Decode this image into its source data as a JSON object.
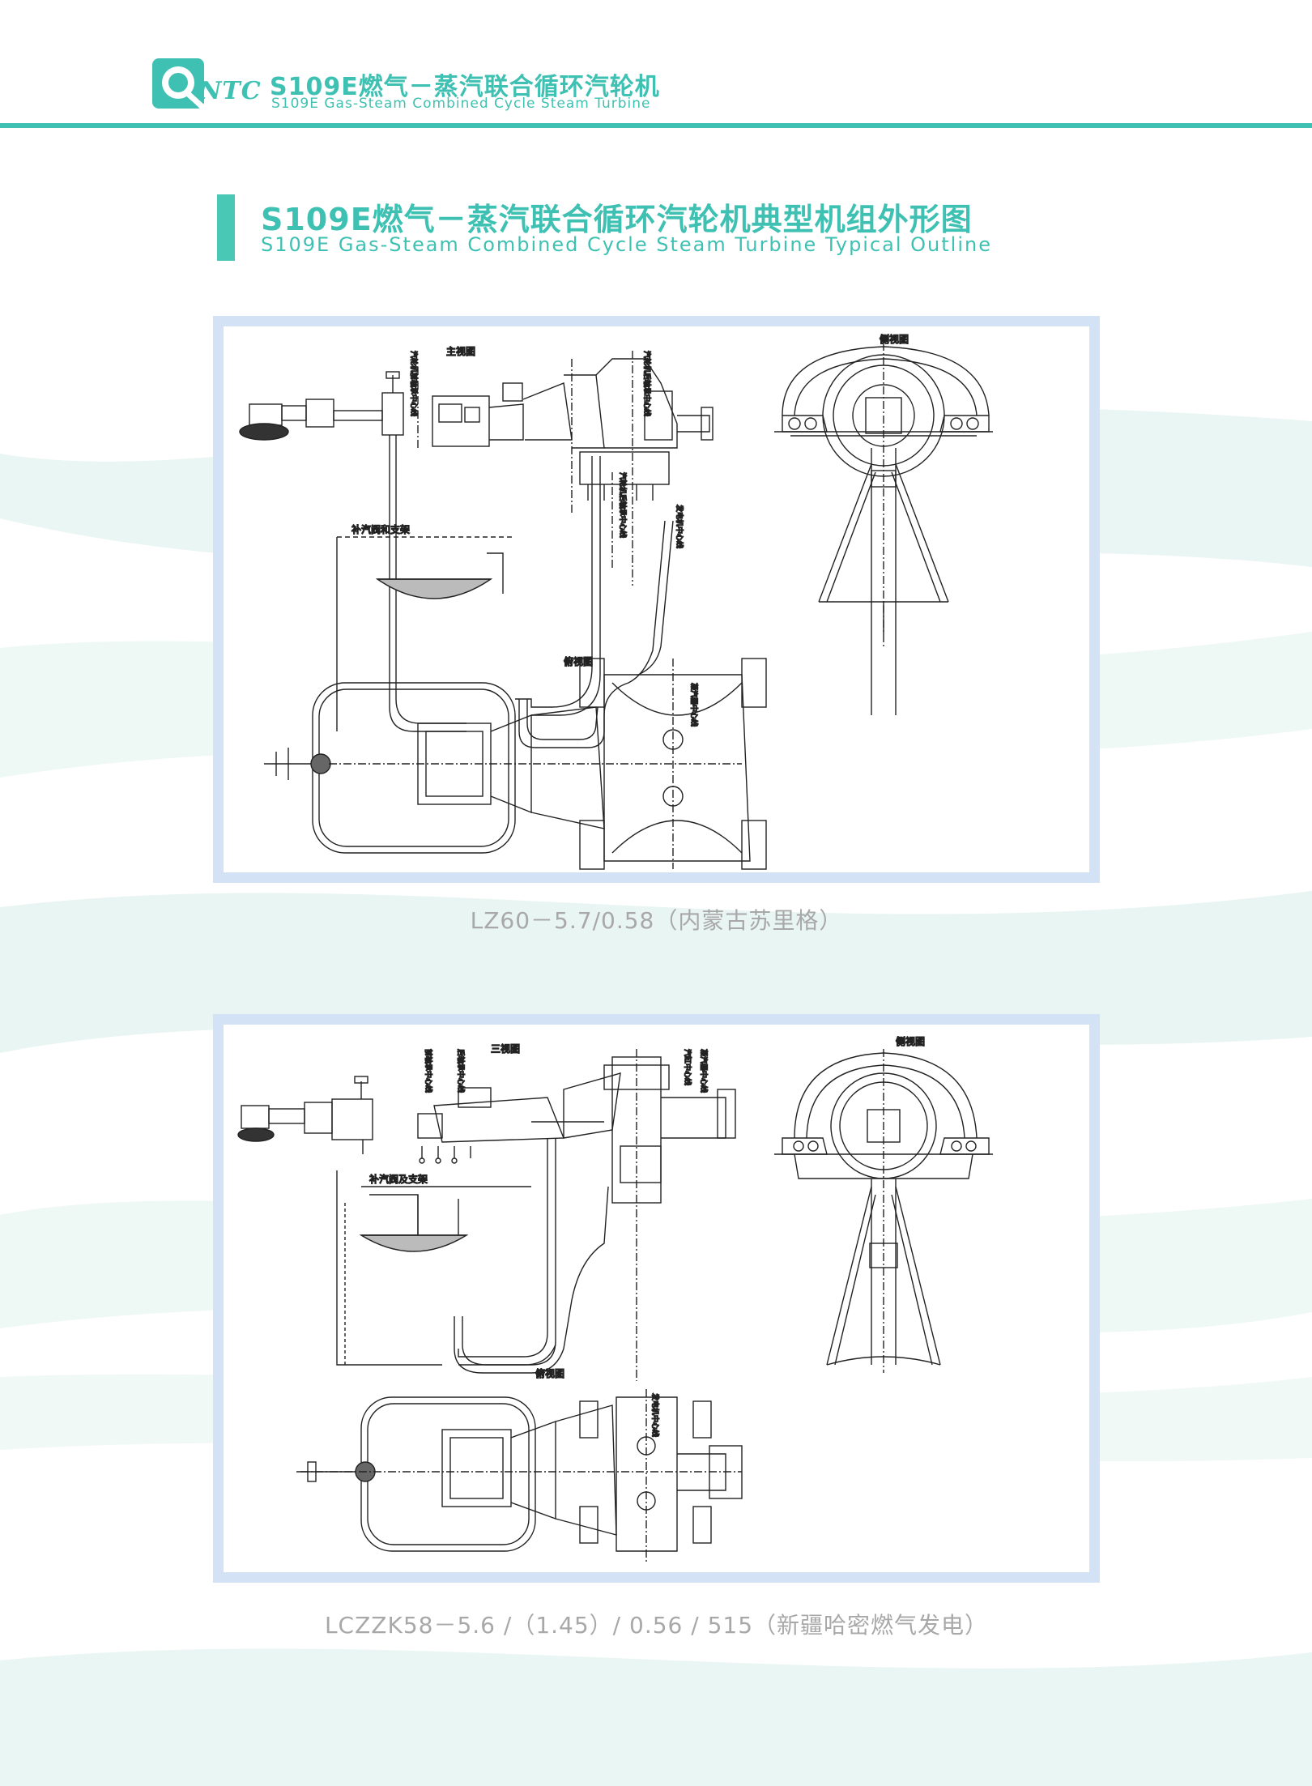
{
  "header": {
    "logo_text": "NTC",
    "title_cn": "S109E燃气－蒸汽联合循环汽轮机",
    "title_en": "S109E Gas-Steam Combined Cycle Steam Turbine"
  },
  "section": {
    "title_cn": "S109E燃气－蒸汽联合循环汽轮机典型机组外形图",
    "title_en": "S109E Gas-Steam Combined Cycle Steam Turbine Typical Outline"
  },
  "drawings": [
    {
      "caption": "LZ60－5.7/0.58（内蒙古苏里格）",
      "labels": {
        "main_view": "主视图",
        "side_view": "侧视图",
        "top_view": "俯视图",
        "pipe_support": "补汽阀和支架",
        "v1": "汽轮机前轴承中心线",
        "v2": "汽轮机后轴承中心线",
        "v3": "发电机中心线",
        "v4": "汽轮机后轴承中心线",
        "v5": "凝汽器中心线"
      }
    },
    {
      "caption": "LCZZK58－5.6 /（1.45）/ 0.56 / 515（新疆哈密燃气发电）",
      "labels": {
        "main_view": "三视图",
        "side_view": "侧视图",
        "top_view": "俯视图",
        "pipe_support": "补汽阀及支架",
        "v1": "前轴承中心线",
        "v2": "后轴承中心线",
        "v3": "汽缸中心线",
        "v4": "凝汽器中心线",
        "v5": "发电机中心线"
      }
    }
  ],
  "colors": {
    "brand": "#3ec1b2",
    "frame": "#d3e2f5",
    "caption": "#a8a8a8"
  }
}
